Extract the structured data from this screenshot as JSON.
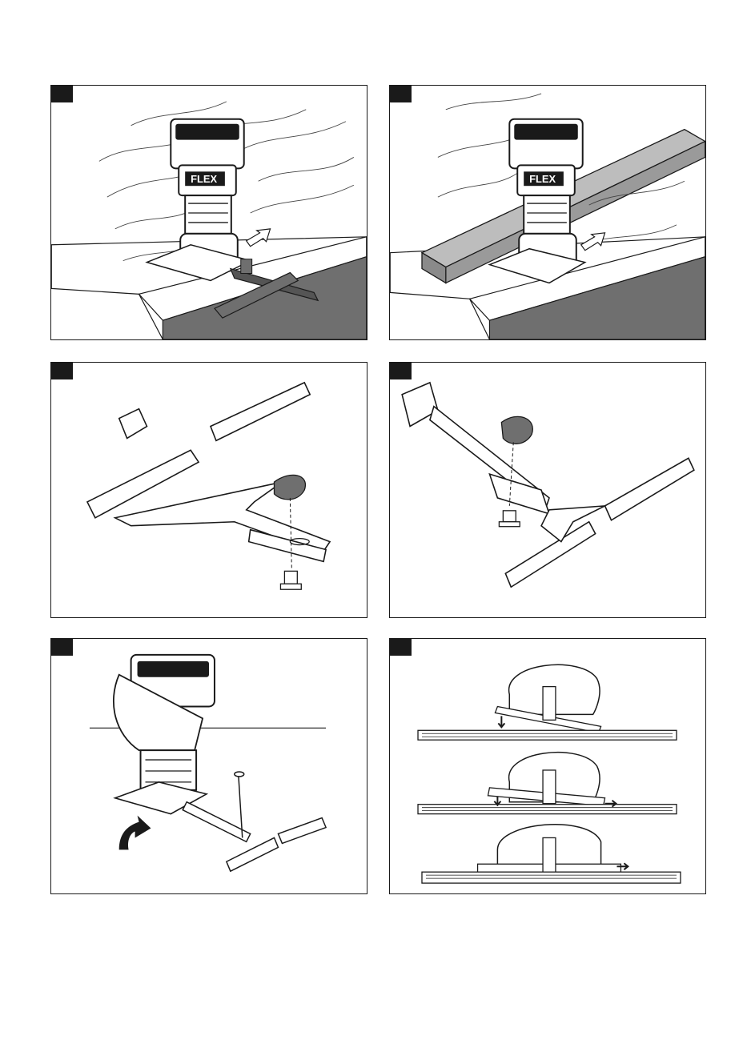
{
  "figures": [
    {
      "id": "fig-1",
      "tag": "",
      "brand_text": "FLEX"
    },
    {
      "id": "fig-2",
      "tag": "",
      "brand_text": "FLEX"
    },
    {
      "id": "fig-3",
      "tag": ""
    },
    {
      "id": "fig-4",
      "tag": ""
    },
    {
      "id": "fig-5",
      "tag": ""
    },
    {
      "id": "fig-6",
      "tag": ""
    }
  ],
  "colors": {
    "ink": "#1a1a1a",
    "paper": "#ffffff",
    "shade": "#6f6f6f",
    "light_shade": "#bdbdbd"
  }
}
